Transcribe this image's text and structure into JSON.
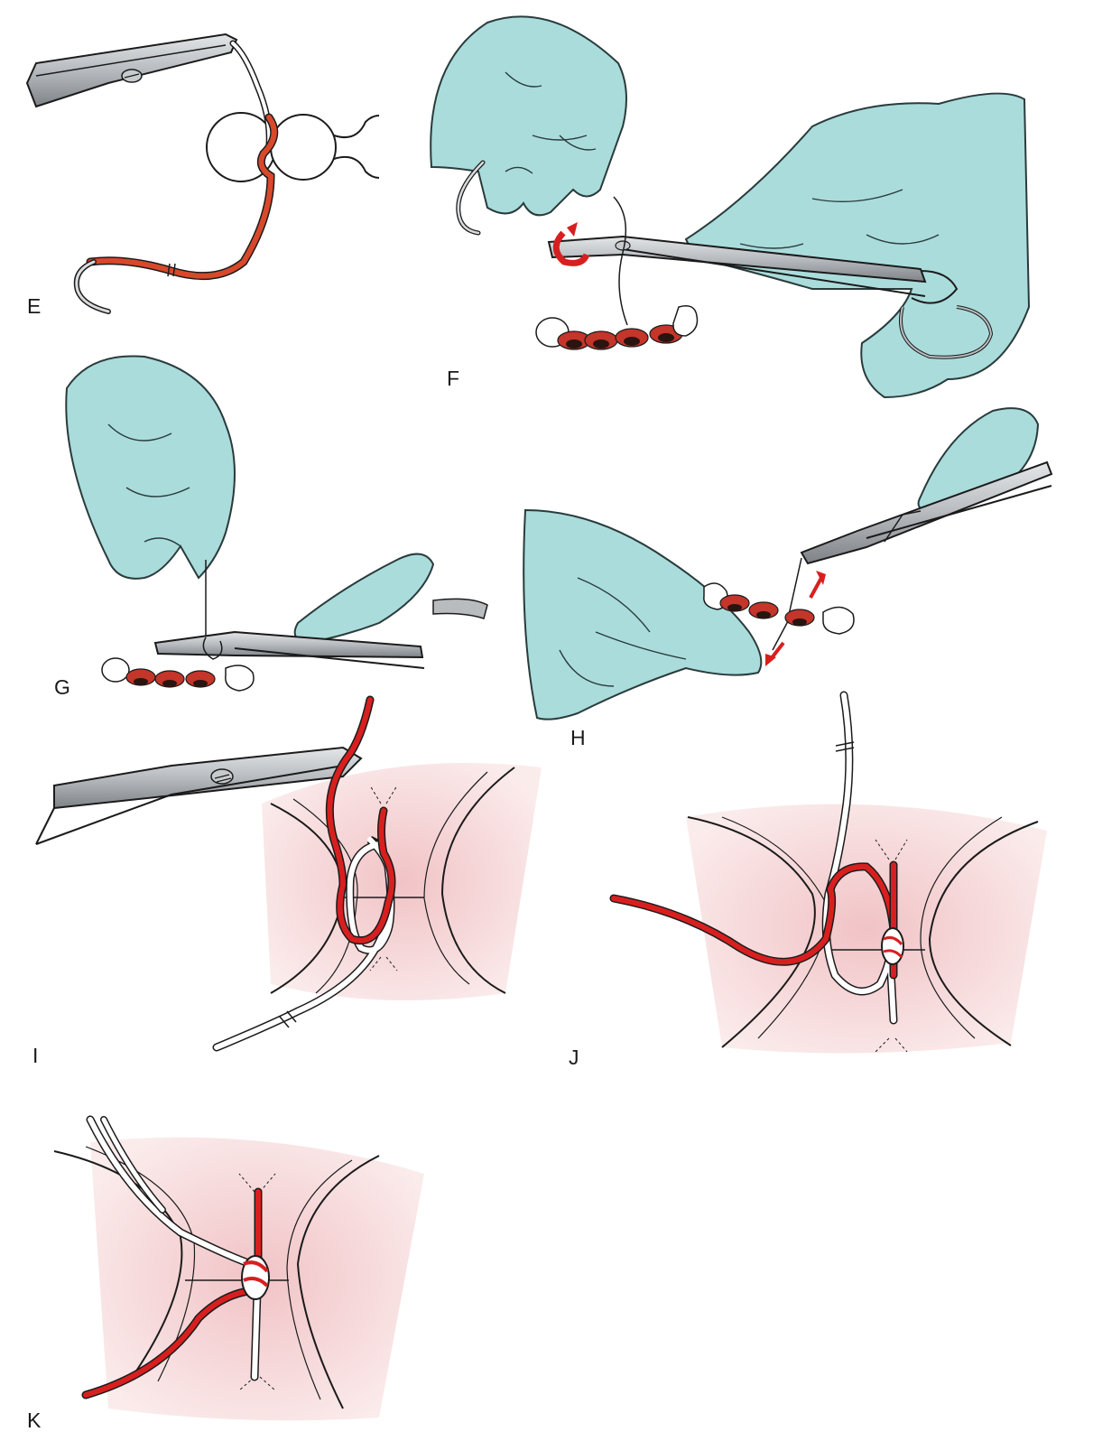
{
  "figure": {
    "panels": [
      {
        "id": "E",
        "label": "E",
        "subject": "instrument-tie-initial-loop"
      },
      {
        "id": "F",
        "label": "F",
        "subject": "needle-holder-wrap"
      },
      {
        "id": "G",
        "label": "G",
        "subject": "grasp-free-end"
      },
      {
        "id": "H",
        "label": "H",
        "subject": "tighten-throw"
      },
      {
        "id": "I",
        "label": "I",
        "subject": "second-throw-formation"
      },
      {
        "id": "J",
        "label": "J",
        "subject": "second-throw-laid-down"
      },
      {
        "id": "K",
        "label": "K",
        "subject": "square-knot-complete"
      }
    ]
  },
  "colors": {
    "glove": "#aadcdc",
    "glove_outline": "#2a3b3b",
    "suture_red": "#d81f1f",
    "suture_orange": "#d7492a",
    "suture_white": "#ffffff",
    "tissue_pink": "#f3c9cb",
    "tissue_pink_light": "#fbe7e7",
    "steel": "#b9bcbf",
    "steel_dark": "#6c7074",
    "outline": "#1b1b1b",
    "tooth": "#ffffff",
    "gum_red": "#c4352a",
    "gum_dark": "#2a1410"
  }
}
